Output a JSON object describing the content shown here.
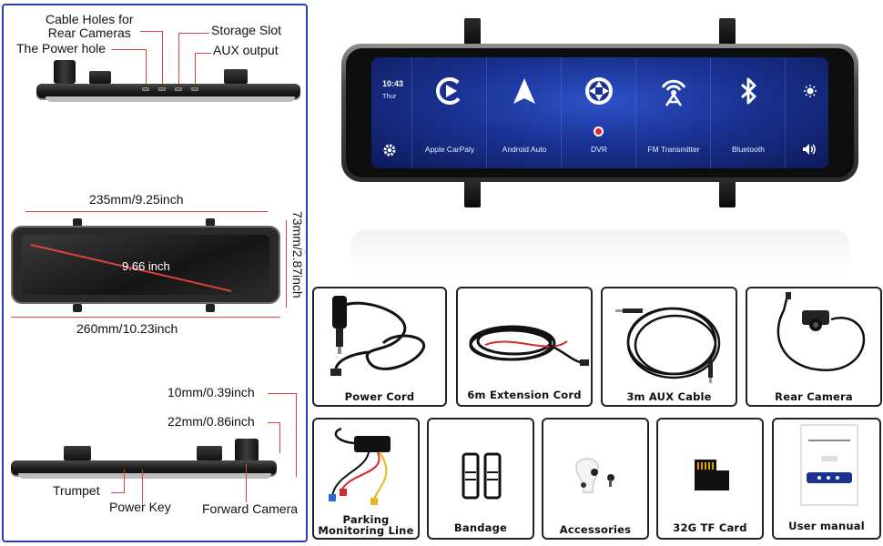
{
  "spec_panel": {
    "top_view": {
      "cable_holes": "Cable Holes for\nRear Cameras",
      "power_hole": "The Power hole",
      "storage_slot": "Storage Slot",
      "aux_output": "AUX output"
    },
    "front_view": {
      "width_inner": "235mm/9.25inch",
      "width_outer": "260mm/10.23inch",
      "height": "73mm/2.87inch",
      "diagonal": "9.66 inch"
    },
    "bottom_view": {
      "depth_1": "10mm/0.39inch",
      "depth_2": "22mm/0.86inch",
      "trumpet": "Trumpet",
      "power_key": "Power Key",
      "forward_camera": "Forward Camera"
    }
  },
  "screen": {
    "time": "10:43",
    "day": "Thur",
    "apps": [
      {
        "label": "Apple CarPaly",
        "icon": "carplay-icon"
      },
      {
        "label": "Android Auto",
        "icon": "android-auto-icon"
      },
      {
        "label": "DVR",
        "icon": "camera-aperture-icon"
      },
      {
        "label": "FM Transmitter",
        "icon": "fm-antenna-icon"
      },
      {
        "label": "Bluetooth",
        "icon": "bluetooth-icon"
      }
    ],
    "colors": {
      "screen_blue": "#1a3294",
      "record_dot": "#e0282e"
    }
  },
  "accessories": {
    "row1": [
      {
        "label": "Power Cord",
        "icon": "car-charger-cable-icon"
      },
      {
        "label": "6m Extension Cord",
        "icon": "extension-cable-icon"
      },
      {
        "label": "3m AUX Cable",
        "icon": "aux-cable-icon"
      },
      {
        "label": "Rear Camera",
        "icon": "rear-camera-icon"
      }
    ],
    "row2": [
      {
        "label": "Parking\nMonitoring Line",
        "icon": "hardwire-kit-icon"
      },
      {
        "label": "Bandage",
        "icon": "bandage-straps-icon"
      },
      {
        "label": "Accessories",
        "icon": "mounting-parts-icon"
      },
      {
        "label": "32G TF Card",
        "icon": "sd-card-icon"
      },
      {
        "label": "User manual",
        "icon": "manual-booklet-icon"
      }
    ]
  }
}
